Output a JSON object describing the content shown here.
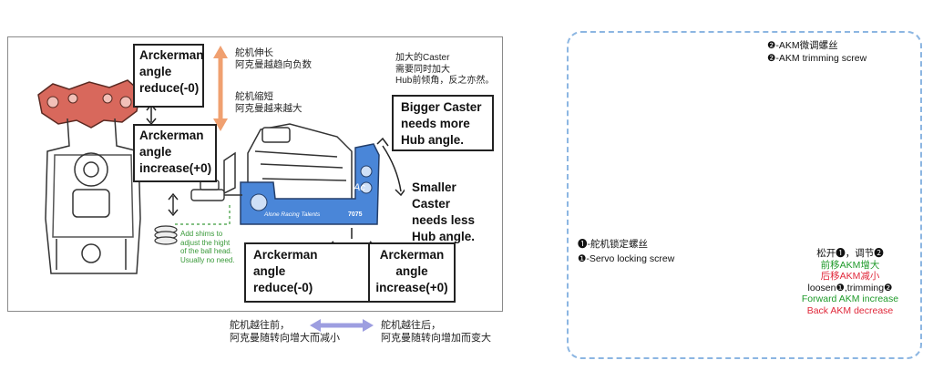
{
  "left_panel": {
    "box_top_left": {
      "line1": "Arckerman",
      "line2": "angle",
      "line3": "reduce(-0)"
    },
    "box_bottom_left": {
      "line1": "Arckerman",
      "line2": "angle",
      "line3": "increase(+0)"
    },
    "cn_servo_long": {
      "line1": "舵机伸长",
      "line2": "阿克曼越趋向负数"
    },
    "cn_servo_short": {
      "line1": "舵机缩短",
      "line2": "阿克曼越来越大"
    },
    "cn_caster": {
      "line1": "加大的Caster",
      "line2": "需要同时加大",
      "line3": "Hub前倾角，反之亦然。"
    },
    "box_bigger_caster": {
      "line1": "Bigger Caster",
      "line2": "needs more",
      "line3": "Hub angle."
    },
    "box_smaller_caster": {
      "line1": "Smaller Caster",
      "line2": "needs less",
      "line3": "Hub angle."
    },
    "shim_note": {
      "line1": "Add shims to",
      "line2": "adjust the hight",
      "line3": "of the ball head.",
      "line4": "Usually no need."
    },
    "box_bottom_reduce": {
      "line1": "Arckerman",
      "line2": "angle",
      "line3": "reduce(-0)"
    },
    "box_bottom_increase": {
      "line1": "Arckerman",
      "line2": "angle",
      "line3": "increase(+0)"
    },
    "mount_text": "Alone Racing Talents",
    "mount_code": "7075",
    "mount_brand": "Ac"
  },
  "bottom_caption": {
    "left": {
      "line1": "舵机越往前，",
      "line2": "阿克曼随转向增大而减小"
    },
    "right": {
      "line1": "舵机越往后，",
      "line2": "阿克曼随转向增加而变大"
    }
  },
  "right_panel": {
    "akm_cn": "❷-AKM微调螺丝",
    "akm_en": "❷-AKM trimming screw",
    "servo_cn": "❶-舵机锁定螺丝",
    "servo_en": "❶-Servo locking screw",
    "adjust": {
      "line1": "松开❶，调节❷",
      "line2": "前移AKM增大",
      "line3": "后移AKM减小",
      "line4": "loosen❶,trimming❷",
      "line5": "Forward AKM increase",
      "line6": "Back AKM decrease"
    }
  },
  "colors": {
    "arrow_orange": "#f0a070",
    "arrow_purple": "#9d9ee0",
    "dashed_green": "#3a9a3a",
    "part_blue": "#4a86d8",
    "panel_border": "#8cb6e2",
    "green_text": "#1f9a2a",
    "red_text": "#e0283a"
  }
}
